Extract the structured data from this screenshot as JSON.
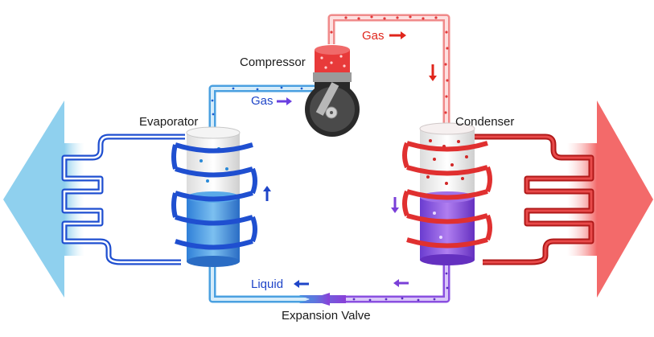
{
  "labels": {
    "compressor": "Compressor",
    "evaporator": "Evaporator",
    "condenser": "Condenser",
    "expansion_valve": "Expansion Valve",
    "gas_top": "Gas",
    "gas_left": "Gas",
    "liquid": "Liquid"
  },
  "colors": {
    "hot_red": "#e83a3a",
    "dark_red": "#b01818",
    "cold_blue": "#2f7fd8",
    "dark_blue": "#1f45c8",
    "pale_blue": "#bfe2f5",
    "pale_red": "#f7c6c6",
    "purple": "#7a3fd8",
    "compressor_body": "#2a2a2a"
  },
  "icons": {
    "arrow_left": "cold-air-arrow-icon",
    "arrow_right": "hot-air-arrow-icon"
  }
}
